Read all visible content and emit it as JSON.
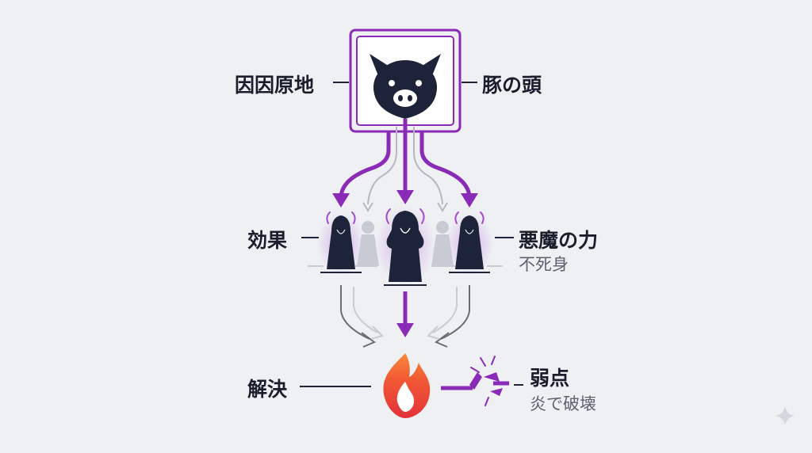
{
  "labels": {
    "source": "因因原地",
    "pig_head": "豚の頭",
    "effect": "効果",
    "demon_power": "悪魔の力",
    "immortal": "不死身",
    "solution": "解決",
    "weakness": "弱点",
    "fire_destroy": "炎で破壊"
  },
  "colors": {
    "accent": "#8a2bb8",
    "dark": "#1d2338",
    "gray": "#aeb2bd",
    "flame": "#f0533a",
    "background": "#eef0f3"
  }
}
